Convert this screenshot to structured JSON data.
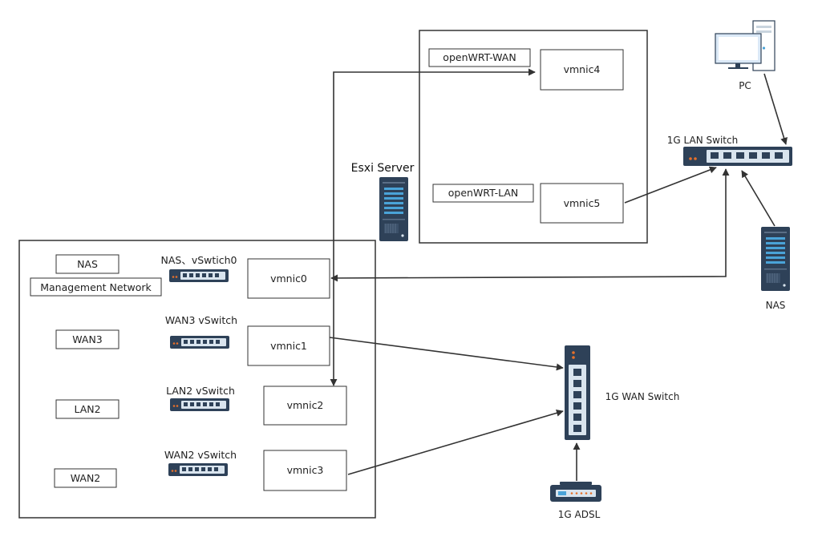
{
  "esxi_label": "Esxi Server",
  "vm_openwrt": {
    "wan_label": "openWRT-WAN",
    "lan_label": "openWRT-LAN",
    "nics": [
      "vmnic4",
      "vmnic5"
    ]
  },
  "host": {
    "networks": [
      {
        "name": "NAS",
        "sub": "Management Network",
        "vswitch": "NAS、vSwtich0",
        "nic": "vmnic0"
      },
      {
        "name": "WAN3",
        "vswitch": "WAN3 vSwitch",
        "nic": "vmnic1"
      },
      {
        "name": "LAN2",
        "vswitch": "LAN2 vSwitch",
        "nic": "vmnic2"
      },
      {
        "name": "WAN2",
        "vswitch": "WAN2 vSwitch",
        "nic": "vmnic3"
      }
    ]
  },
  "devices": {
    "pc": "PC",
    "lan_switch": "1G LAN Switch",
    "nas": "NAS",
    "wan_switch": "1G WAN Switch",
    "adsl": "1G ADSL"
  },
  "colors": {
    "device_navy": "#2e4158",
    "port_light": "#d9e4ee",
    "screen_blue": "#dbe9f7",
    "server_stripe": "#4aa3d8",
    "led_orange": "#e8702a"
  }
}
